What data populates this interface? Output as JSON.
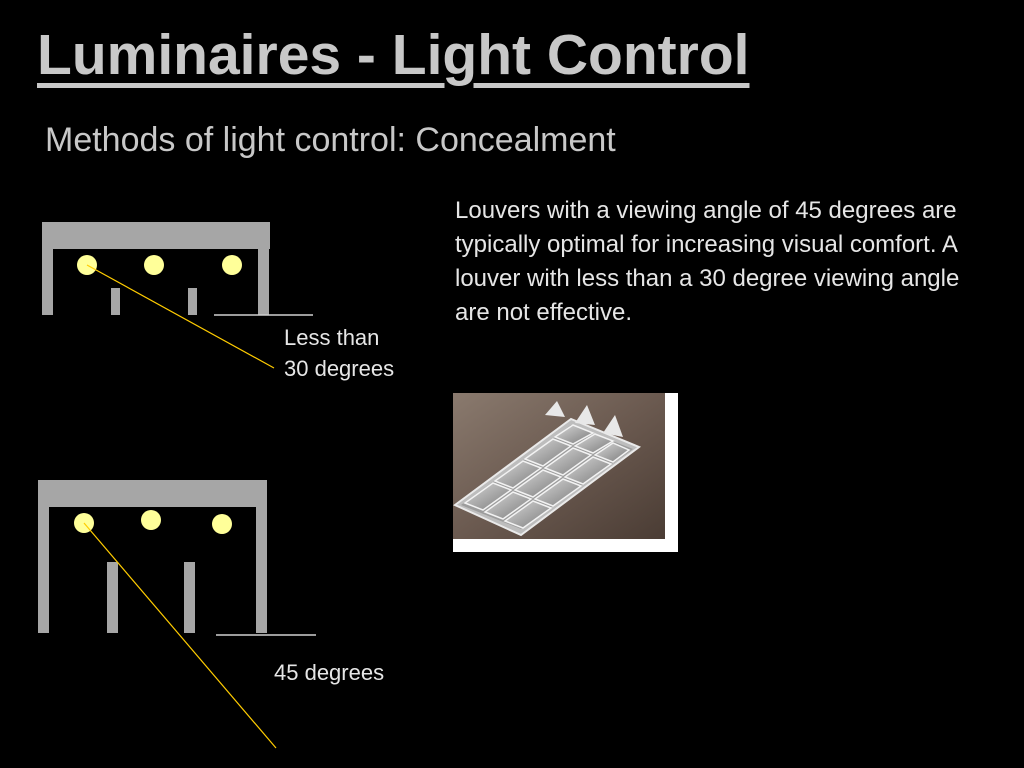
{
  "slide": {
    "title": "Luminaires - Light Control",
    "subtitle": "Methods of light control: Concealment",
    "body": "Louvers with a viewing angle of 45 degrees are typically optimal for increasing visual comfort. A louver with less than a 30 degree viewing angle are not effective."
  },
  "diagrams": {
    "top": {
      "label_line1": "Less than",
      "label_line2": "30 degrees"
    },
    "bottom": {
      "label": "45 degrees"
    }
  },
  "colors": {
    "background": "#000000",
    "housing": "#a6a6a6",
    "lamp": "#ffff99",
    "sight_line": "#ffcc00",
    "text": "#e6e6e6"
  }
}
